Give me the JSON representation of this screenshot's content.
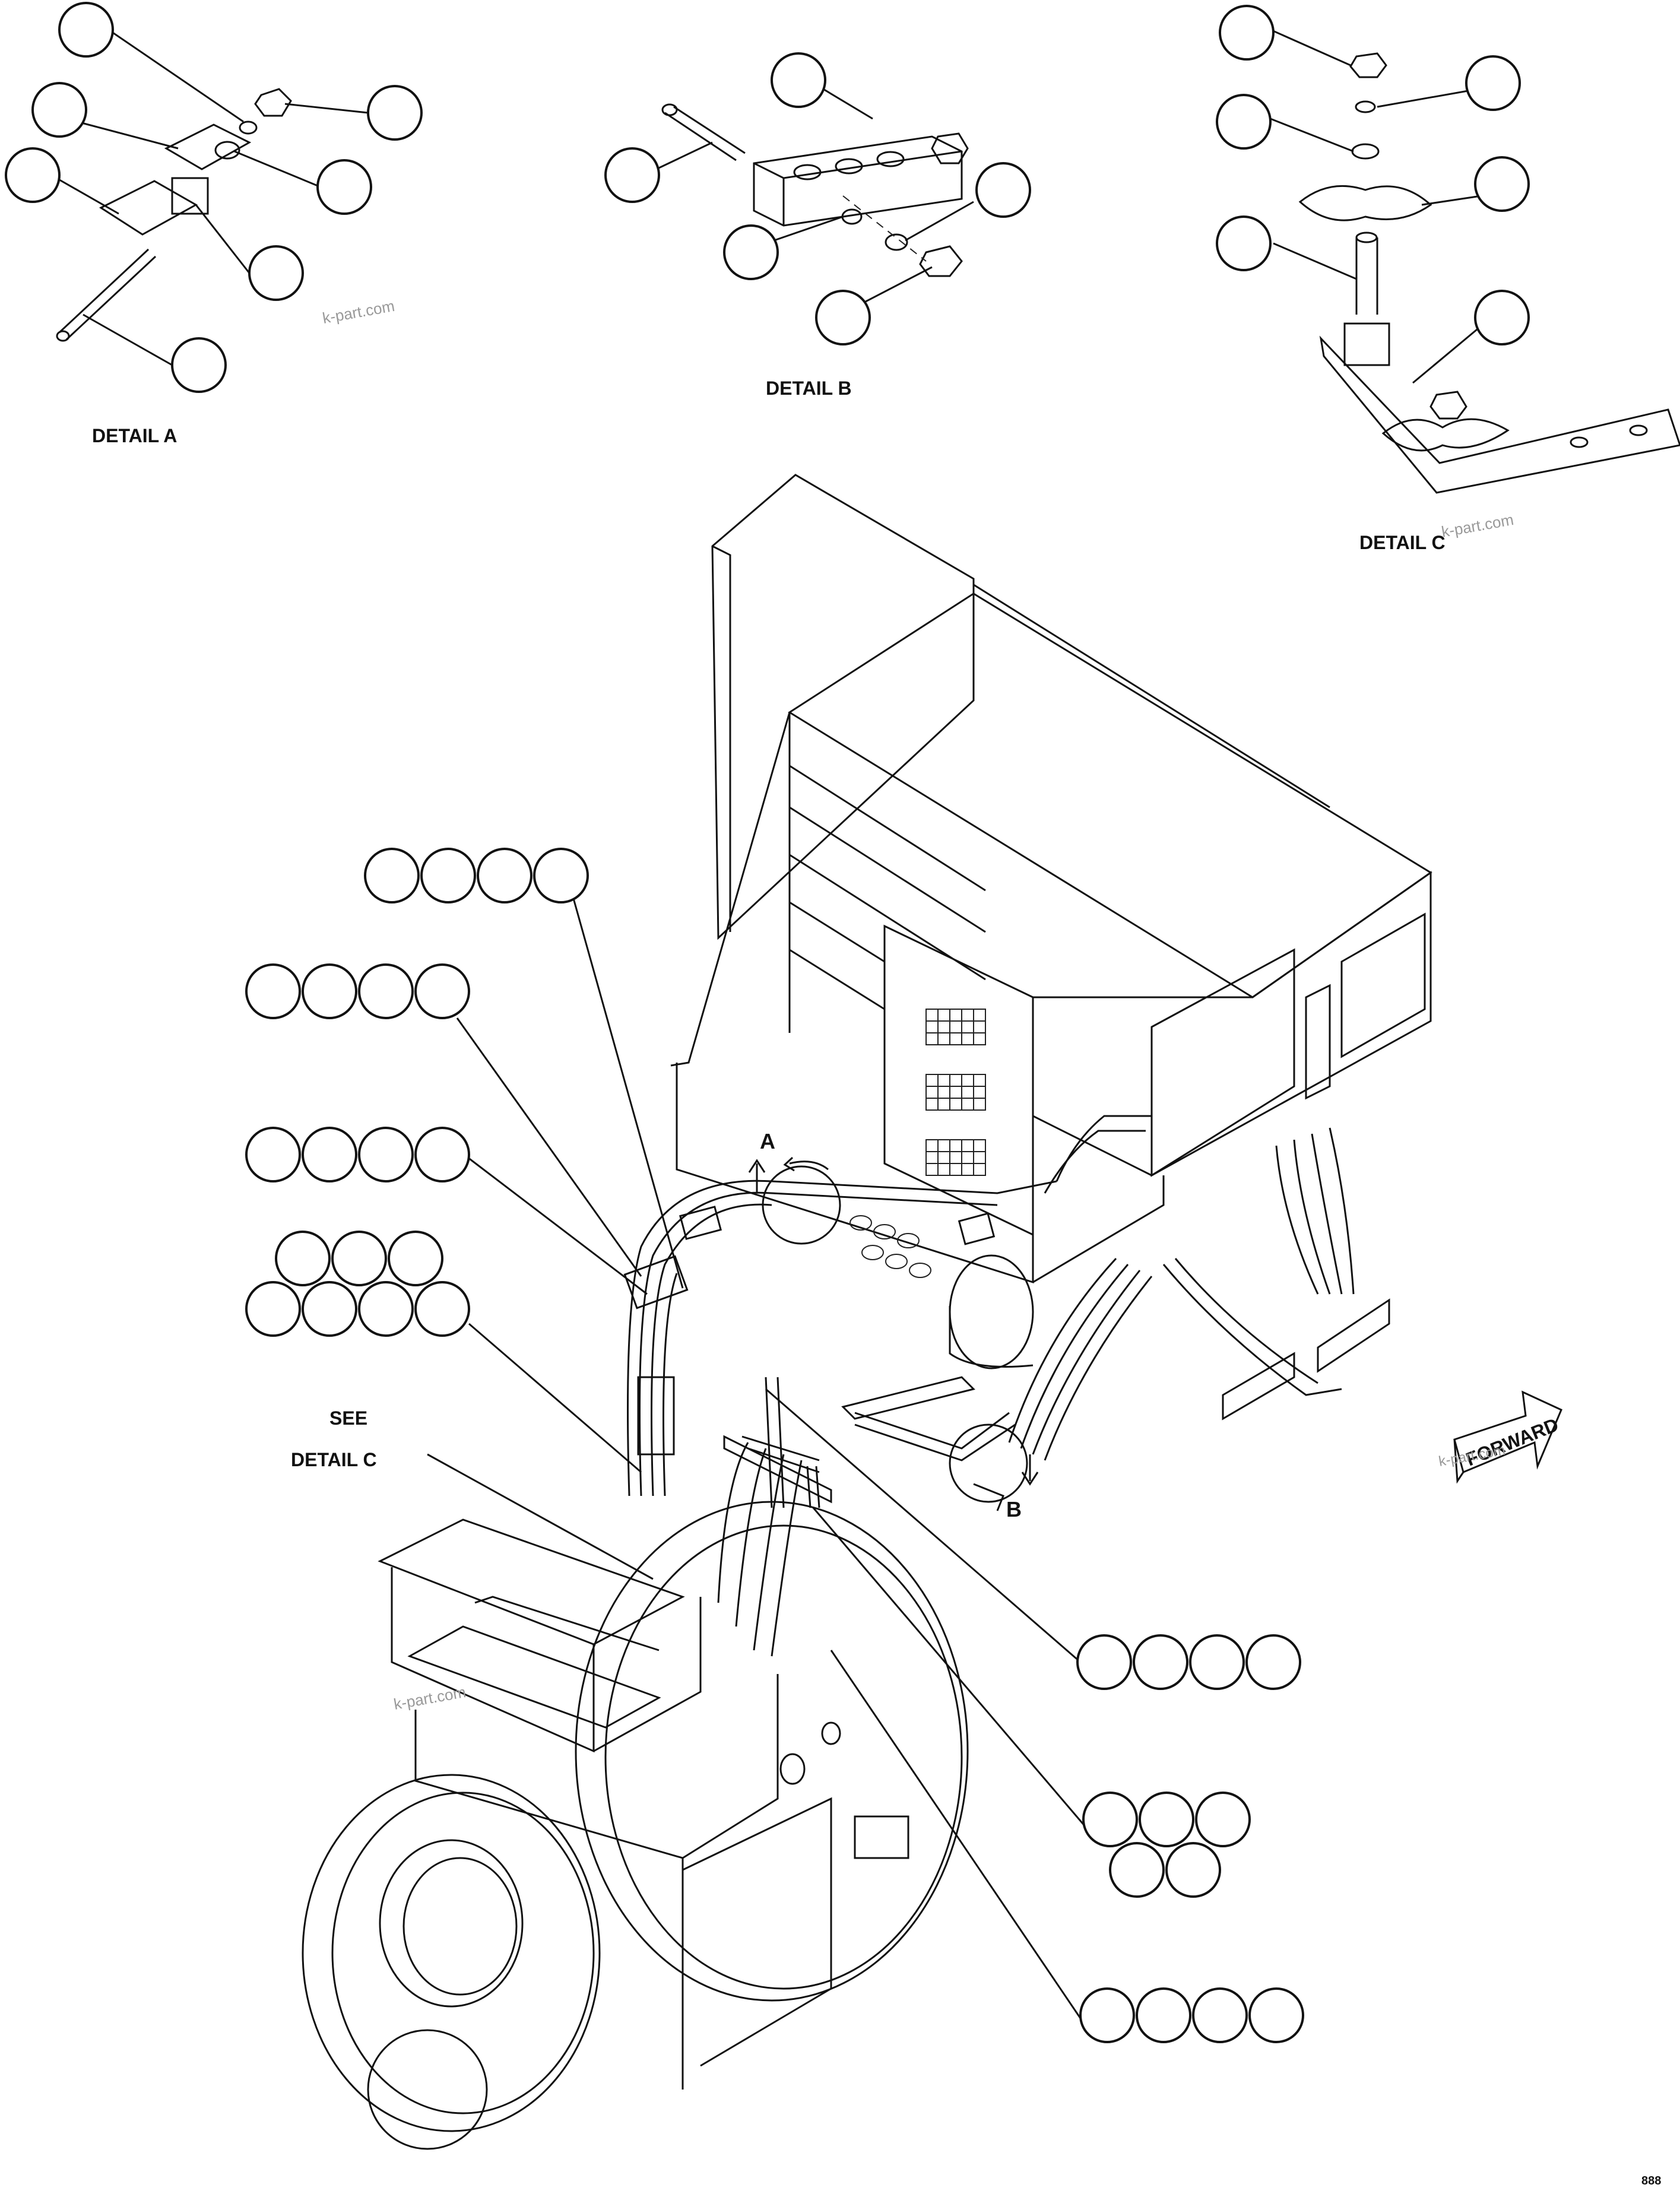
{
  "labels": {
    "detail_a": "DETAIL A",
    "detail_b": "DETAIL B",
    "detail_c": "DETAIL C",
    "see": "SEE",
    "see_detail": "DETAIL C",
    "view_a": "A",
    "view_b": "B",
    "forward": "FORWARD",
    "page_code": "888"
  },
  "watermarks": [
    "k-part.com",
    "k-part.com",
    "k-part.com",
    "k-part.com"
  ]
}
